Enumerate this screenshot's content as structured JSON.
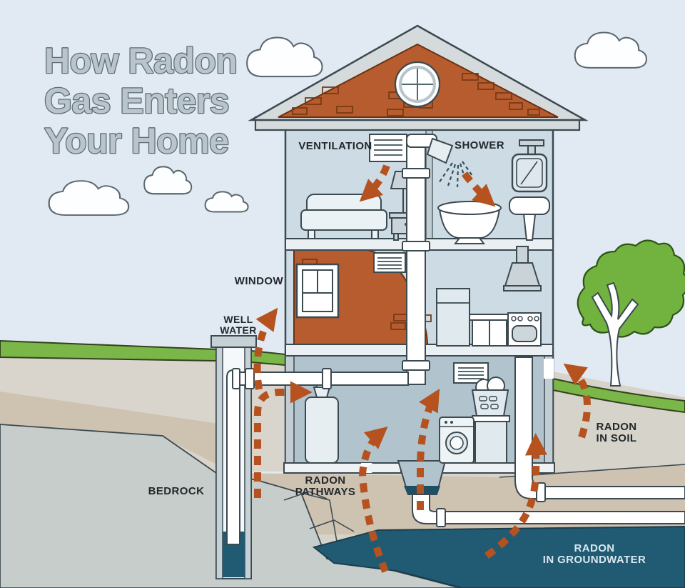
{
  "title": {
    "line1": "How Radon",
    "line2": "Gas Enters",
    "line3": "Your Home"
  },
  "labels": {
    "ventilation": "VENTILATION",
    "shower": "SHOWER",
    "window": "WINDOW",
    "well_water_line1": "WELL",
    "well_water_line2": "WATER",
    "radon_pathways_line1": "RADON",
    "radon_pathways_line2": "PATHWAYS",
    "bedrock": "BEDROCK",
    "radon_in_soil_line1": "RADON",
    "radon_in_soil_line2": "IN SOIL",
    "radon_in_groundwater_line1": "RADON",
    "radon_in_groundwater_line2": "IN GROUNDWATER"
  },
  "colors": {
    "sky": "#e1eaf2",
    "radon_arrow_orange": "#b5521f",
    "roof_brick_orange": "#b65c2e",
    "groundwater_blue": "#205a73",
    "grass_green": "#7ab648",
    "soil_gray": "#d9d5cc",
    "subsoil_tan": "#cec2b1",
    "bedrock_gray": "#c7cdca",
    "wall_blue": "#cddce4",
    "basement_blue": "#b1c4cd"
  }
}
